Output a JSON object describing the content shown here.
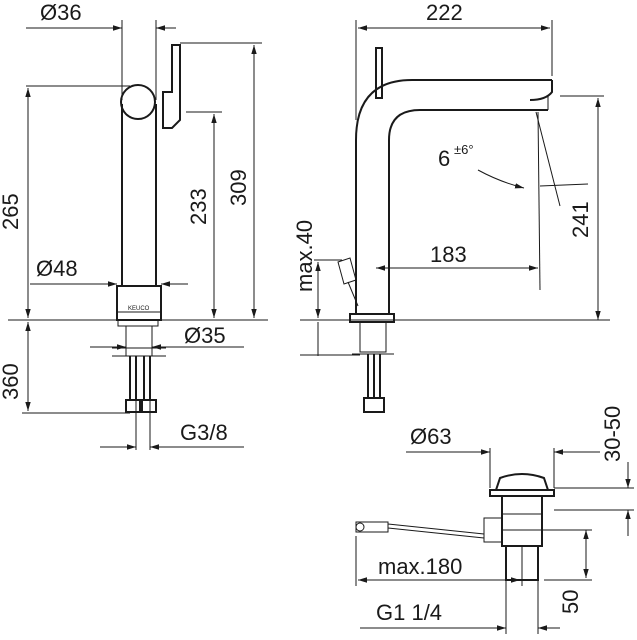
{
  "front_view": {
    "dim_diameter_top": "Ø36",
    "dim_height_265": "265",
    "dim_height_233": "233",
    "dim_height_309": "309",
    "dim_diameter_base": "Ø48",
    "dim_diameter_mount": "Ø35",
    "dim_height_360": "360",
    "dim_thread": "G3/8",
    "brand_logo": "KEUCO"
  },
  "side_view": {
    "dim_width_222": "222",
    "dim_angle": "6",
    "dim_angle_tol": "±6°",
    "dim_height_241": "241",
    "dim_max_40": "max.40",
    "dim_reach_183": "183"
  },
  "drain_view": {
    "dim_diameter_63": "Ø63",
    "dim_range_30_50": "30-50",
    "dim_max_180": "max.180",
    "dim_height_50": "50",
    "dim_thread_g": "G1 1/4"
  }
}
